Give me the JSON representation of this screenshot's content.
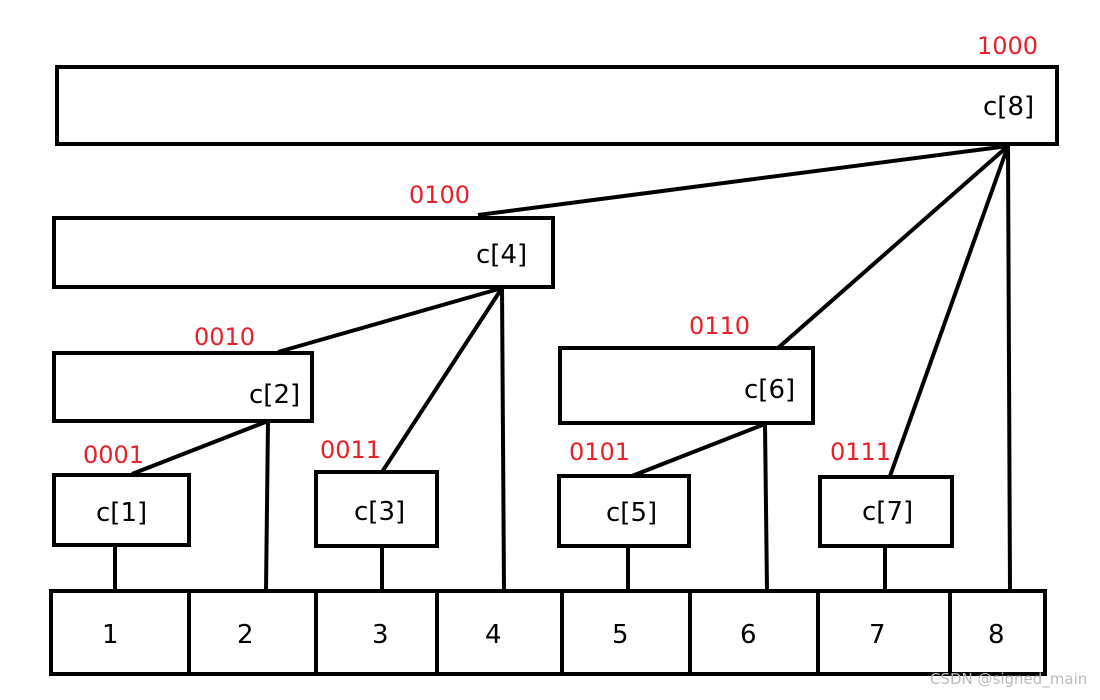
{
  "colors": {
    "line": "#000000",
    "binary_label": "#e8202a",
    "watermark": "#bbbbbb"
  },
  "tree_nodes": [
    {
      "label": "c[1]",
      "binary": "0001"
    },
    {
      "label": "c[2]",
      "binary": "0010"
    },
    {
      "label": "c[3]",
      "binary": "0011"
    },
    {
      "label": "c[4]",
      "binary": "0100"
    },
    {
      "label": "c[5]",
      "binary": "0101"
    },
    {
      "label": "c[6]",
      "binary": "0110"
    },
    {
      "label": "c[7]",
      "binary": "0111"
    },
    {
      "label": "c[8]",
      "binary": "1000"
    }
  ],
  "array_cells": [
    "1",
    "2",
    "3",
    "4",
    "5",
    "6",
    "7",
    "8"
  ],
  "watermark": "CSDN @signed_main"
}
